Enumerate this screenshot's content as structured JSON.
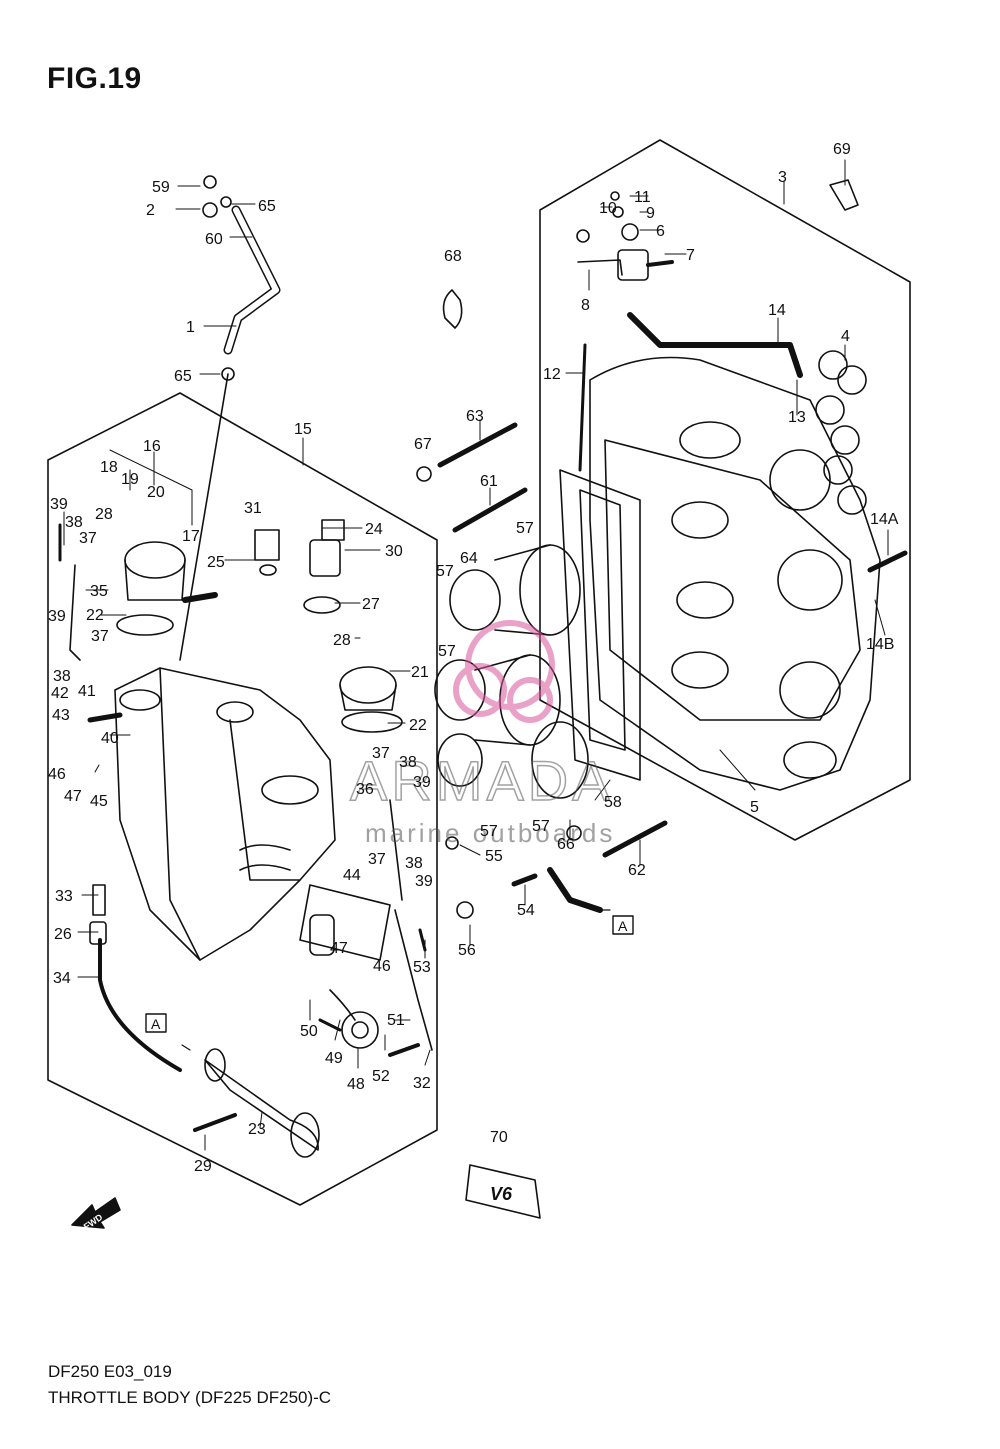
{
  "figure": {
    "title": "FIG.19",
    "code": "DF250 E03_019",
    "caption": "THROTTLE BODY (DF225 DF250)-C"
  },
  "watermark": {
    "brand": "ARMADA",
    "tagline": "marine outboards",
    "color": "#d9559a"
  },
  "reference_marks": [
    "A",
    "A"
  ],
  "emblem_text": "V6",
  "fwd_label": "FWD",
  "callouts": [
    "59",
    "2",
    "65",
    "60",
    "1",
    "65",
    "16",
    "18",
    "19",
    "20",
    "17",
    "39",
    "38",
    "37",
    "28",
    "35",
    "22",
    "39",
    "37",
    "38",
    "42",
    "43",
    "41",
    "40",
    "46",
    "47",
    "45",
    "15",
    "31",
    "24",
    "25",
    "30",
    "27",
    "28",
    "21",
    "22",
    "37",
    "38",
    "39",
    "36",
    "44",
    "37",
    "38",
    "39",
    "47",
    "46",
    "53",
    "33",
    "26",
    "34",
    "50",
    "49",
    "48",
    "51",
    "52",
    "32",
    "23",
    "29",
    "68",
    "67",
    "63",
    "61",
    "64",
    "57",
    "57",
    "57",
    "57",
    "57",
    "58",
    "55",
    "66",
    "62",
    "54",
    "56",
    "12",
    "10",
    "11",
    "9",
    "6",
    "7",
    "8",
    "3",
    "69",
    "14",
    "13",
    "4",
    "14A",
    "14B",
    "5",
    "70"
  ]
}
